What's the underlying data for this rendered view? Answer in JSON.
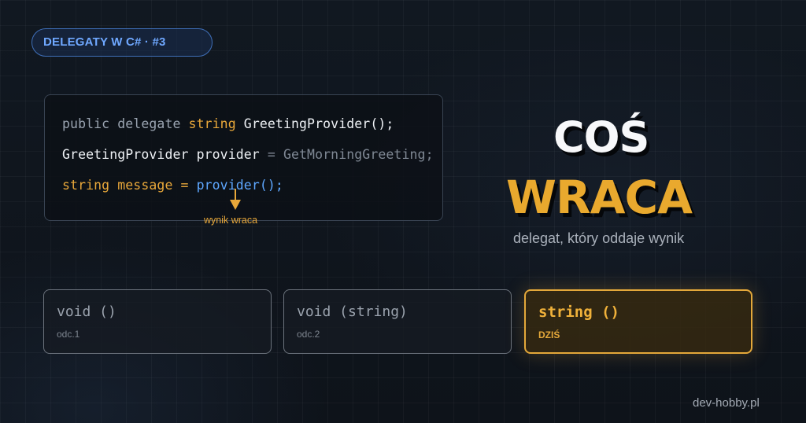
{
  "badge": {
    "label": "DELEGATY W C# · #3"
  },
  "code": {
    "line1": {
      "kw": "public delegate ",
      "type": "string",
      "rest": " GreetingProvider();"
    },
    "line2": {
      "ident": "GreetingProvider provider",
      "muted": " = GetMorningGreeting;"
    },
    "line3": {
      "type": "string message = ",
      "call": "provider();"
    }
  },
  "annotation": {
    "label": "wynik wraca"
  },
  "hero": {
    "line1": "COŚ",
    "line2": "WRACA",
    "subtitle": "delegat, który oddaje wynik"
  },
  "cards": [
    {
      "signature": "void ()",
      "label": "odc.1"
    },
    {
      "signature": "void (string)",
      "label": "odc.2"
    },
    {
      "signature": "string ()",
      "label": "DZIŚ"
    }
  ],
  "footer": {
    "site": "dev-hobby.pl"
  },
  "colors": {
    "accent": "#e9a92e",
    "blue": "#5ea7ff",
    "background": "#0f141b"
  }
}
